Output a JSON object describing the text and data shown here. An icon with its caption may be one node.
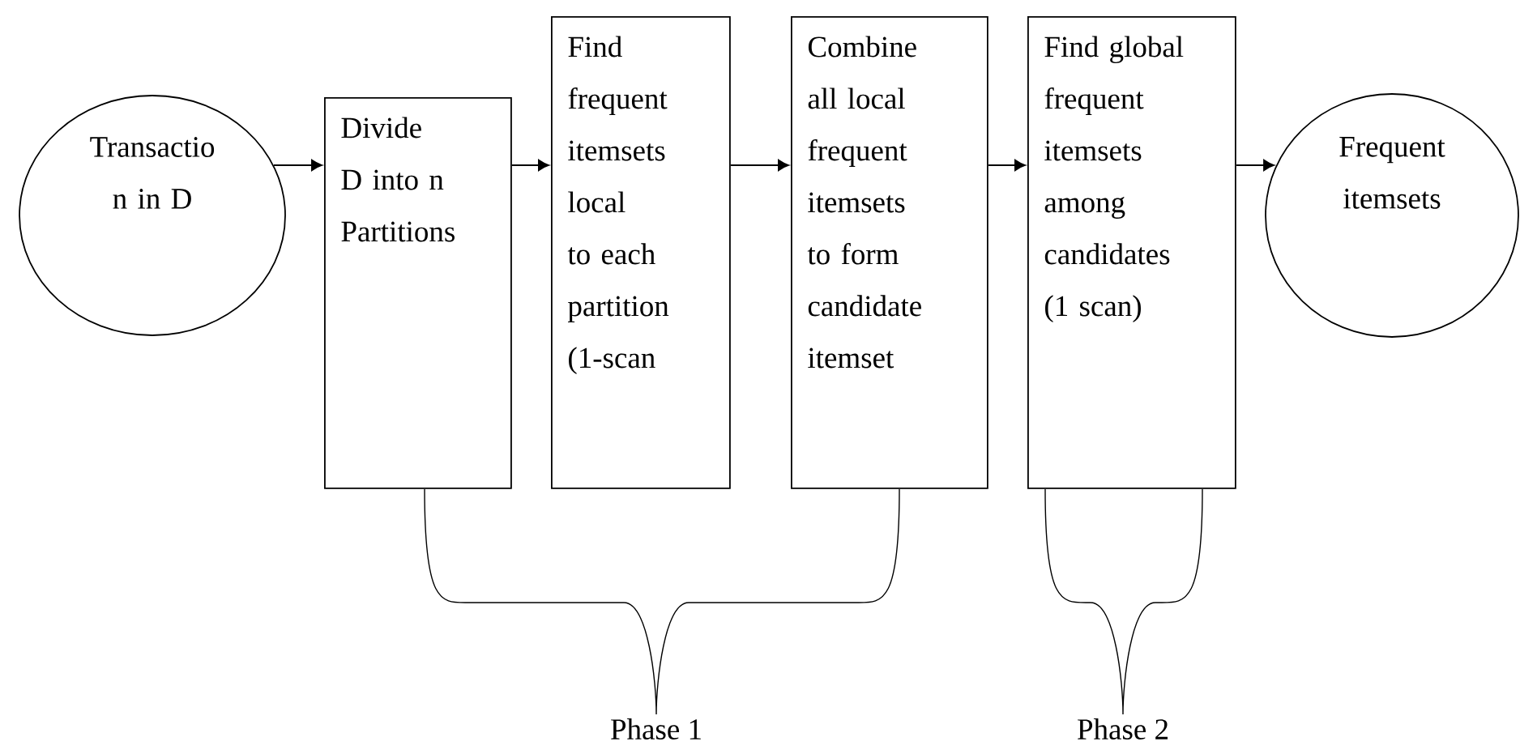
{
  "diagram": {
    "nodes": [
      {
        "text": [
          "Transactio n in D"
        ]
      },
      {
        "text": [
          "Divide D into n Partitions"
        ]
      },
      {
        "text": [
          "Find frequent itemsets local to each partition (1-scan"
        ]
      },
      {
        "text": [
          "Combine all local frequent itemsets to form candidate itemset"
        ]
      },
      {
        "text": [
          "Find global frequent itemsets among candidates (1 scan)"
        ]
      },
      {
        "text": [
          "Frequent itemsets"
        ]
      }
    ],
    "edges": [
      {
        "from": 0,
        "to": 1,
        "arrow": "to"
      },
      {
        "from": 1,
        "to": 2,
        "arrow": "to"
      },
      {
        "from": 2,
        "to": 3,
        "arrow": "to"
      },
      {
        "from": 3,
        "to": 4,
        "arrow": "to"
      },
      {
        "from": 4,
        "to": 5,
        "arrow": "to"
      }
    ],
    "labels": [
      "Phase 1",
      "Phase 2"
    ]
  }
}
